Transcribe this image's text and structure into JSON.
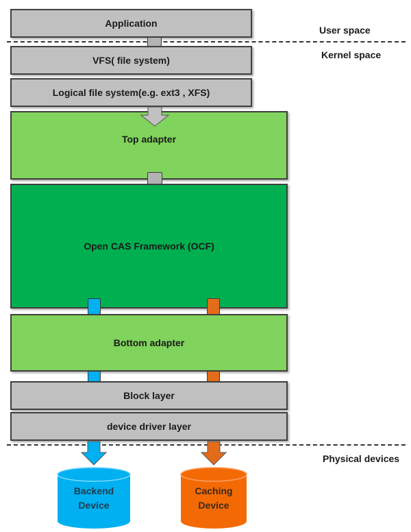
{
  "layers": {
    "application": "Application",
    "vfs": "VFS( file system)",
    "logical_fs": "Logical file system(e.g. ext3 , XFS)",
    "top_adapter": "Top adapter",
    "ocf": "Open CAS Framework (OCF)",
    "bottom_adapter": "Bottom adapter",
    "block_layer": "Block layer",
    "device_driver": "device driver layer"
  },
  "regions": {
    "user_space": "User space",
    "kernel_space": "Kernel space",
    "physical_devices": "Physical devices"
  },
  "devices": {
    "backend": {
      "line1": "Backend",
      "line2": "Device"
    },
    "caching": {
      "line1": "Caching",
      "line2": "Device"
    }
  },
  "colors": {
    "layer_gray": "#c0c0c0",
    "adapter_green": "#80d35c",
    "ocf_green": "#00b050",
    "backend_blue": "#00b0f0",
    "caching_orange": "#f36a05"
  }
}
